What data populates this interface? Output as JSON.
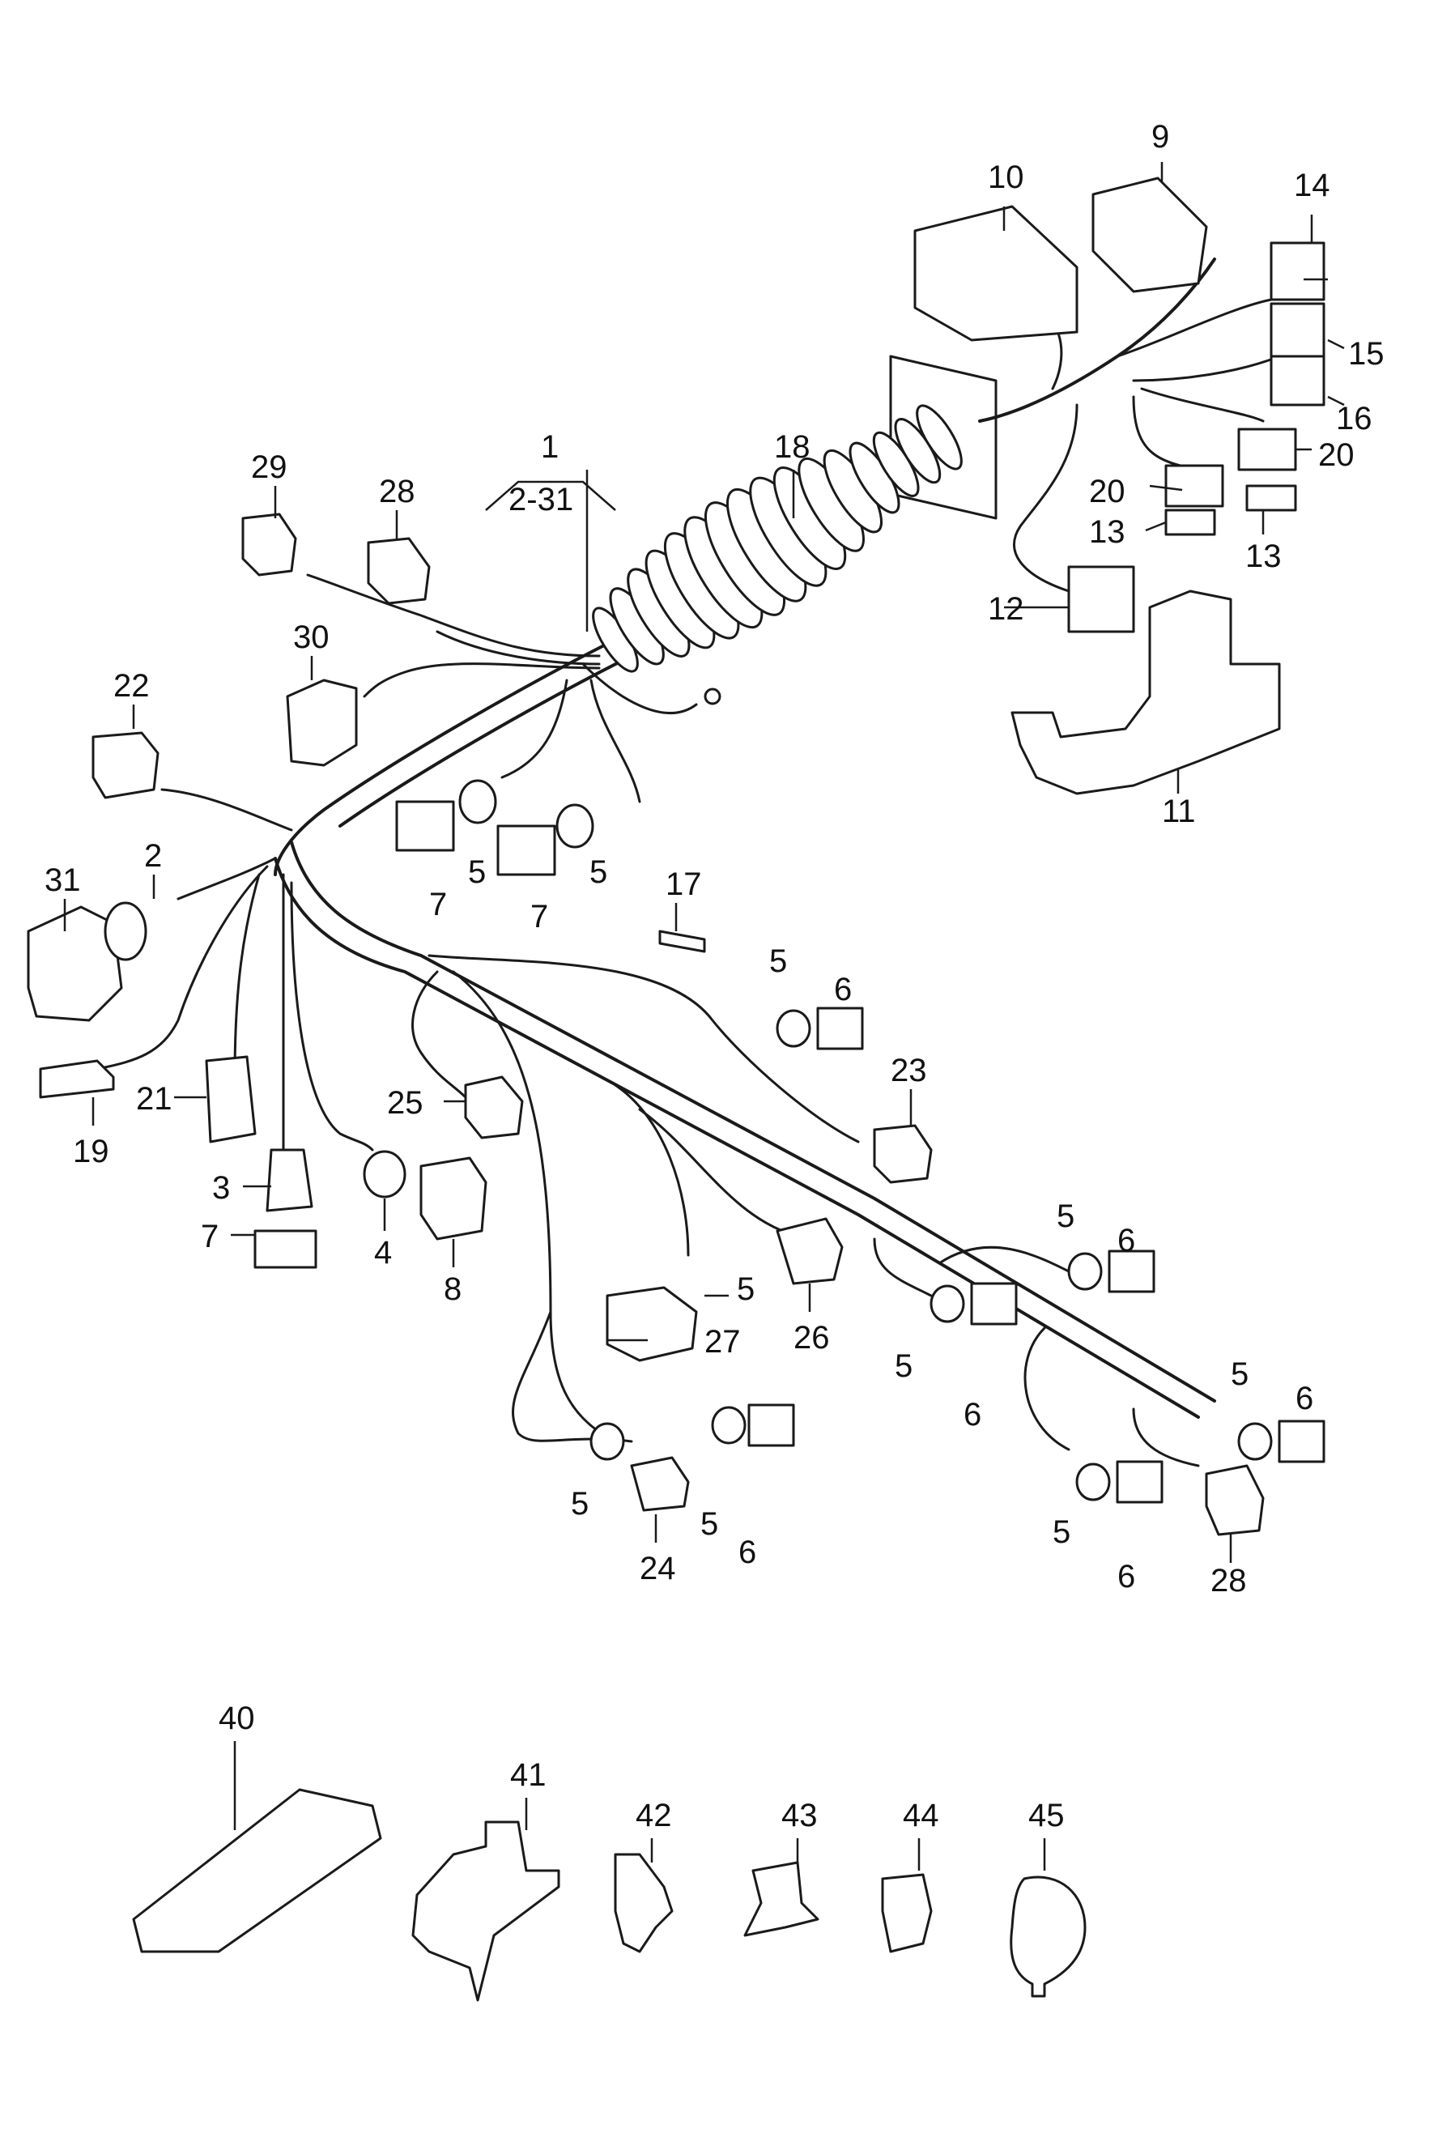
{
  "callouts": {
    "c1": "1",
    "c1_range": "2-31",
    "c2": "2",
    "c3": "3",
    "c4": "4",
    "c5": "5",
    "c6": "6",
    "c7": "7",
    "c8": "8",
    "c9": "9",
    "c10": "10",
    "c11": "11",
    "c12": "12",
    "c13": "13",
    "c14": "14",
    "c15": "15",
    "c16": "16",
    "c17": "17",
    "c18": "18",
    "c19": "19",
    "c20": "20",
    "c21": "21",
    "c22": "22",
    "c23": "23",
    "c24": "24",
    "c25": "25",
    "c26": "26",
    "c27": "27",
    "c28": "28",
    "c29": "29",
    "c30": "30",
    "c31": "31",
    "c40": "40",
    "c41": "41",
    "c42": "42",
    "c43": "43",
    "c44": "44",
    "c45": "45"
  }
}
